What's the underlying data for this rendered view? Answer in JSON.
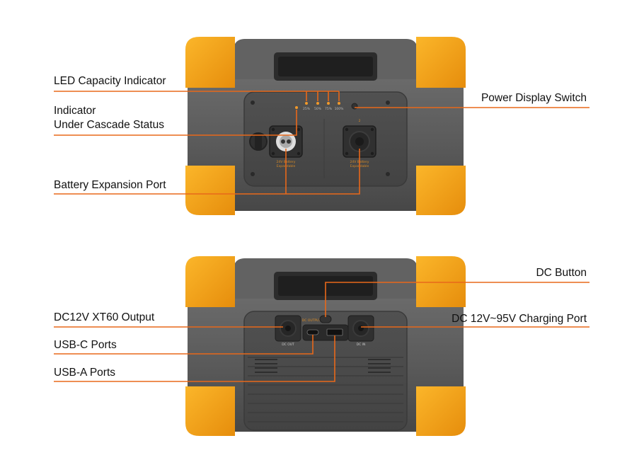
{
  "colors": {
    "accent": "#E8681A",
    "bumper": "#F6A318",
    "body": "#595959",
    "panel": "#484848",
    "label": "#111111"
  },
  "callouts": {
    "led_capacity": "LED Capacity Indicator",
    "indicator_line1": "Indicator",
    "indicator_line2": "Under Cascade Status",
    "battery_expansion": "Battery Expansion Port",
    "power_display_switch": "Power Display Switch",
    "dc_button": "DC Button",
    "dc12v_xt60": "DC12V XT60 Output",
    "usb_c": "USB-C Ports",
    "usb_a": "USB-A Ports",
    "dc_charging": "DC 12V~95V Charging Port"
  },
  "device_text": {
    "led_levels": [
      "25%",
      "50%",
      "75%",
      "100%"
    ],
    "port_label_1": "24V Battery",
    "port_label_2": "Expandable",
    "port_number": "2",
    "dc_output": "DC OUTPUT",
    "xt60_tag": "DC OUT",
    "dc_in_tag": "DC IN"
  },
  "icons": [
    "led-dot-icon",
    "power-button-icon",
    "usb-c-icon",
    "usb-a-icon",
    "xt60-port-icon"
  ]
}
